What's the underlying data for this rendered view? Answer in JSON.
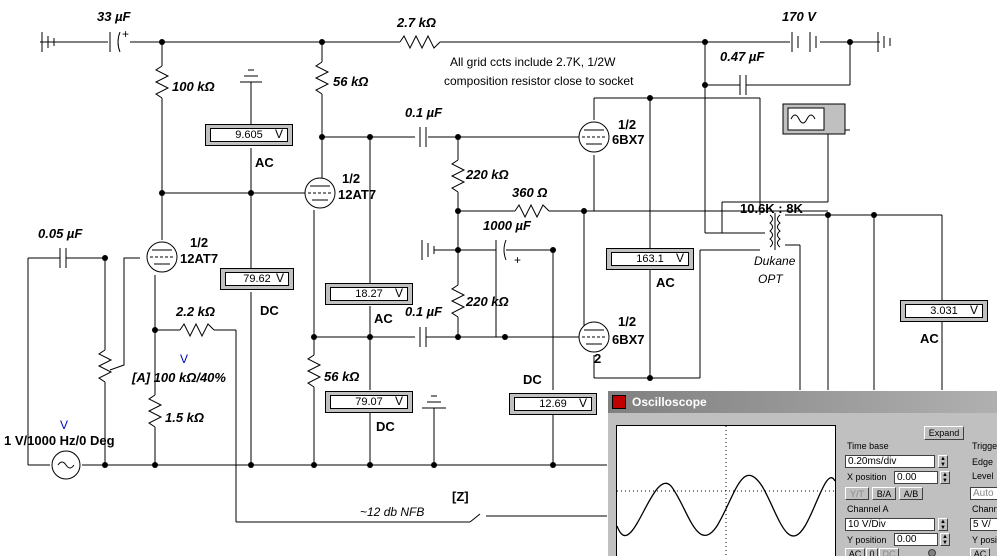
{
  "components": {
    "cap_33": "33 µF",
    "res_2_7k": "2.7 kΩ",
    "supply_170": "170 V",
    "note_line1": "All grid ccts include 2.7K, 1/2W",
    "note_line2": "composition resistor close to socket",
    "cap_047": "0.47 µF",
    "res_100k": "100 kΩ",
    "res_56k_top": "56 kΩ",
    "cap_01_top": "0.1 µF",
    "tube_top_half": "1/2",
    "tube_top_name": "6BX7",
    "tube_mid_half": "1/2",
    "tube_mid_name": "12AT7",
    "tube_left_half": "1/2",
    "tube_left_name": "12AT7",
    "res_220k_top": "220 kΩ",
    "res_360": "360 Ω",
    "cap_1000": "1000 µF",
    "opt_ratio": "10.6K : 8K",
    "opt_name1": "Dukane",
    "opt_name2": "OPT",
    "cap_005": "0.05 µF",
    "res_2_2k": "2.2 kΩ",
    "pot": "[A] 100 kΩ/40%",
    "res_1_5k": "1.5 kΩ",
    "res_56k_bot": "56 kΩ",
    "cap_01_bot": "0.1 µF",
    "res_220k_bot": "220 kΩ",
    "tube_bot_half": "1/2",
    "tube_bot_name": "6BX7",
    "tube_bot_pin": "2",
    "source": "1 V/1000 Hz/0 Deg",
    "source_mark": "V",
    "pot_mark": "V",
    "nfb_switch": "[Z]",
    "nfb_label": "~12 db NFB"
  },
  "meters": {
    "m1": {
      "value": "9.605",
      "unit": "V",
      "mode": "AC"
    },
    "m2": {
      "value": "79.62",
      "unit": "V",
      "mode": "DC"
    },
    "m3": {
      "value": "18.27",
      "unit": "V",
      "mode": "AC"
    },
    "m4": {
      "value": "79.07",
      "unit": "V",
      "mode": "DC"
    },
    "m5": {
      "value": "163.1",
      "unit": "V",
      "mode": "AC"
    },
    "m6": {
      "value": "12.69",
      "unit": "V",
      "mode": "DC"
    },
    "m7": {
      "value": "3.031",
      "unit": "V",
      "mode": "AC"
    }
  },
  "oscilloscope": {
    "title": "Oscilloscope",
    "expand": "Expand",
    "timebase_label": "Time base",
    "timebase_value": "0.20ms/div",
    "xpos_label": "X position",
    "xpos_value": "0.00",
    "mode_yt": "Y/T",
    "mode_ba": "B/A",
    "mode_ab": "A/B",
    "chA_label": "Channel A",
    "chA_value": "10 V/Div",
    "ypos_label": "Y position",
    "ypos_value": "0.00",
    "chA_ac": "AC",
    "chA_zero": "0",
    "chA_dc": "DC",
    "trigger_label": "Trigge",
    "edge_label": "Edge",
    "level_label": "Level",
    "auto_btn": "Auto",
    "chB_label": "Chann",
    "chB_value": "5 V/",
    "chB_ypos": "Y posi",
    "chB_ac": "AC"
  }
}
